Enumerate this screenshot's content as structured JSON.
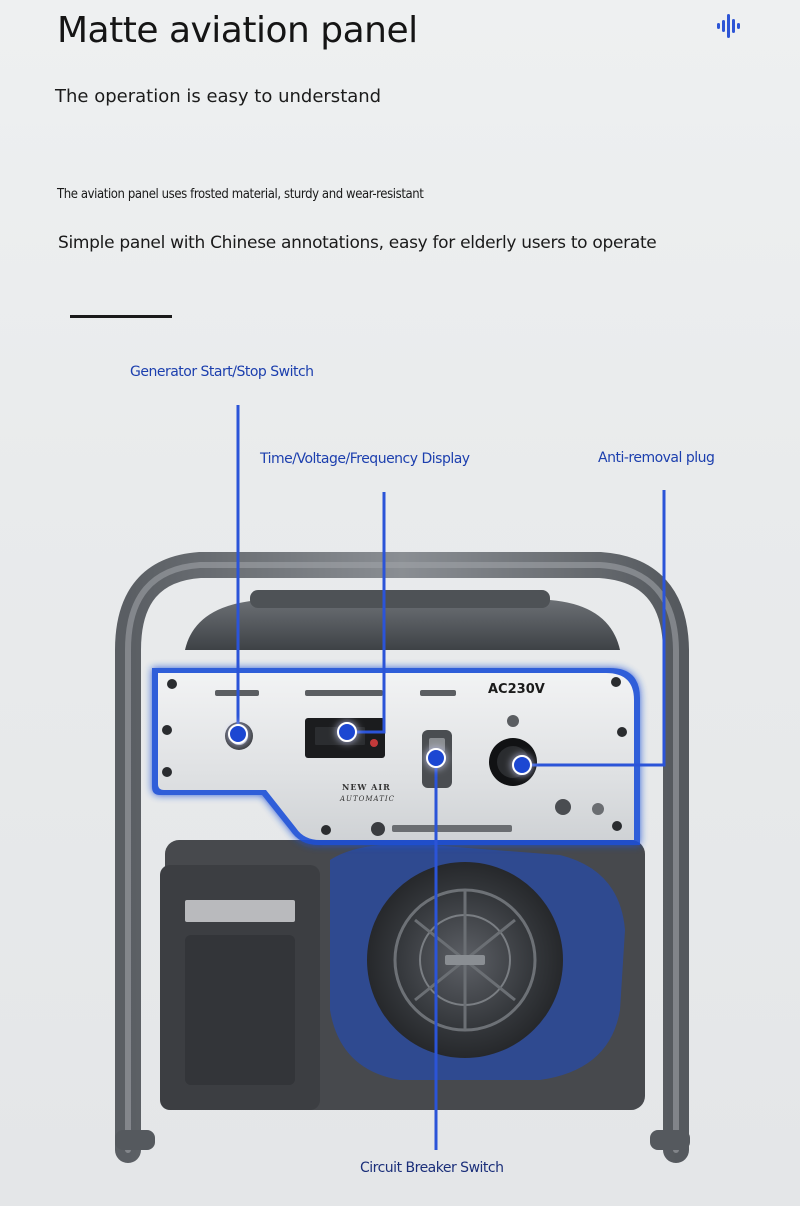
{
  "header": {
    "title": "Matte aviation panel",
    "subtitle": "The operation is easy to understand",
    "description_1": "The aviation panel uses frosted material, sturdy and wear-resistant",
    "description_2": "Simple panel with Chinese annotations, easy for elderly users to operate",
    "icon": "sound-wave-icon",
    "accent_color": "#2d55d6"
  },
  "callouts": {
    "start_stop": "Generator Start/Stop Switch",
    "display": "Time/Voltage/Frequency Display",
    "plug": "Anti-removal plug",
    "breaker": "Circuit Breaker Switch"
  },
  "panel": {
    "voltage_label": "AC230V",
    "badge_line_1": "NEW AIR",
    "badge_line_2": "AUTOMATIC"
  }
}
